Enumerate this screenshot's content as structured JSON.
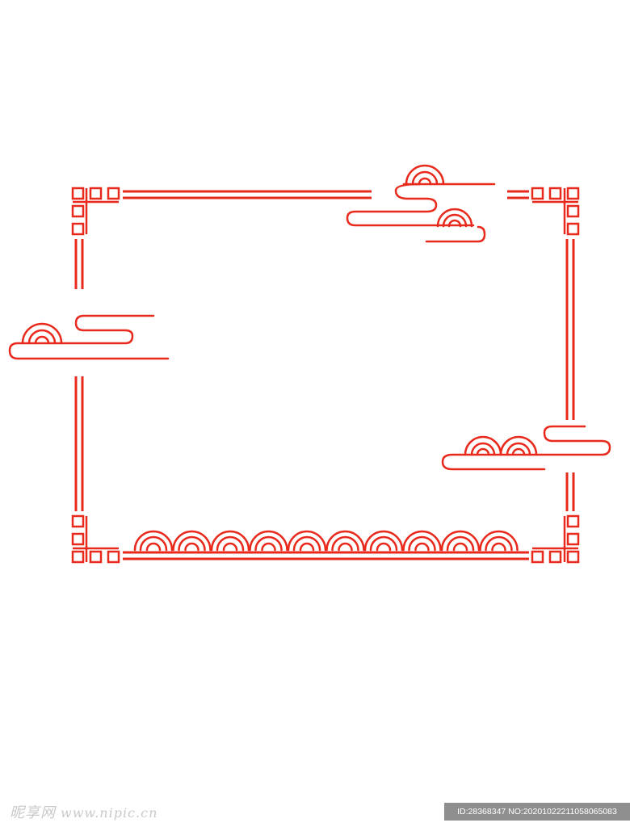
{
  "artwork": {
    "colors": {
      "stroke": "#e8291c",
      "background": "#ffffff"
    },
    "elements": [
      "corner-knot-top-left",
      "corner-knot-top-right",
      "corner-knot-bottom-left",
      "corner-knot-bottom-right",
      "border-lines",
      "cloud-top",
      "cloud-left",
      "cloud-right",
      "wave-row-bottom"
    ],
    "wave_count": 10
  },
  "watermark": {
    "brand": "昵享网",
    "url": "www.nipic.cn"
  },
  "id_bar": {
    "text": "ID:28368347 NO:20201022211058065083"
  }
}
